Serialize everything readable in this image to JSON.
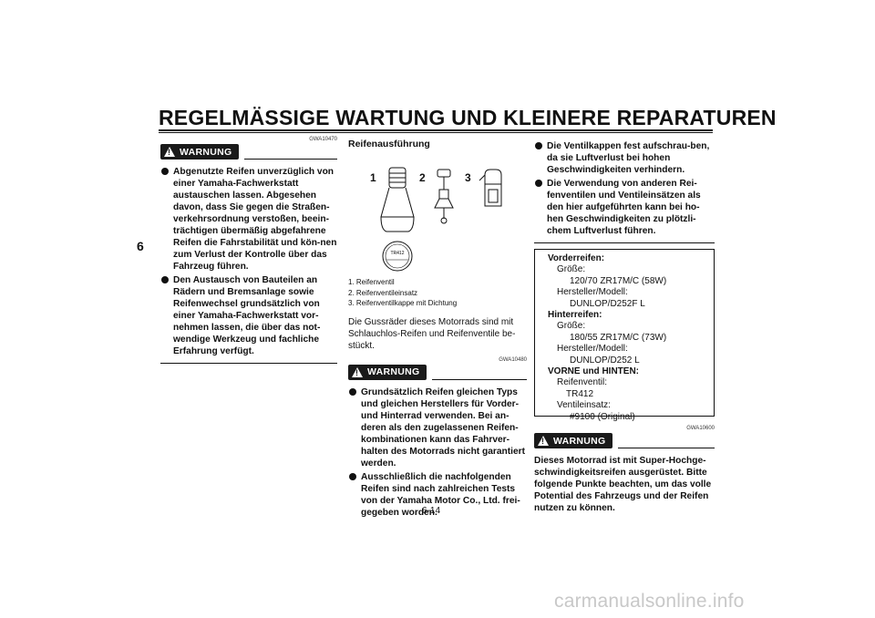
{
  "header": {
    "title": "REGELMÄSSIGE WARTUNG UND KLEINERE REPARATUREN"
  },
  "chapter_tab": "6",
  "warning_label": "WARNUNG",
  "column1": {
    "code": "GWA10470",
    "bullets": [
      "Abgenutzte Reifen unverzüglich von einer Yamaha-Fachwerkstatt austauschen lassen. Abgesehen davon, dass Sie gegen die Straßen-verkehrsordnung verstoßen, beein-trächtigen übermäßig abgefahrene Reifen die Fahrstabilität und kön-nen zum Verlust der Kontrolle über das Fahrzeug führen.",
      "Den Austausch von Bauteilen an Rädern und Bremsanlage sowie Reifenwechsel grundsätzlich von einer Yamaha-Fachwerkstatt vor-nehmen lassen, die über das not-wendige Werkzeug und fachliche Erfahrung verfügt."
    ]
  },
  "column2": {
    "heading": "Reifenausführung",
    "figure_numbers": [
      "1",
      "2",
      "3"
    ],
    "valve_marking": "TR412",
    "captions": [
      "1. Reifenventil",
      "2. Reifenventileinsatz",
      "3. Reifenventilkappe mit Dichtung"
    ],
    "body": "Die Gussräder dieses Motorrads sind mit Schlauchlos-Reifen und Reifenventile be-stückt.",
    "code": "GWA10480",
    "bullets": [
      "Grundsätzlich Reifen gleichen Typs und gleichen Herstellers für Vorder- und Hinterrad verwenden. Bei an-deren als den zugelassenen Reifen-kombinationen kann das Fahrver-halten des Motorrads nicht garantiert werden.",
      "Ausschließlich die nachfolgenden Reifen sind nach zahlreichen Tests von der Yamaha Motor Co., Ltd. frei-gegeben worden."
    ]
  },
  "column3": {
    "bullets": [
      "Die Ventilkappen fest aufschrau-ben, da sie Luftverlust bei hohen Geschwindigkeiten verhindern.",
      "Die Verwendung von anderen Rei-fenventilen und Ventileinsätzen als den hier aufgeführten kann bei ho-hen Geschwindigkeiten zu plötzli-chem Luftverlust führen."
    ],
    "spec": {
      "front_label": "Vorderreifen:",
      "size_label": "Größe:",
      "front_size": "120/70 ZR17M/C (58W)",
      "maker_label": "Hersteller/Modell:",
      "front_model": "DUNLOP/D252F L",
      "rear_label": "Hinterreifen:",
      "rear_size": "180/55 ZR17M/C (73W)",
      "rear_model": "DUNLOP/D252 L",
      "both_label": "VORNE und HINTEN:",
      "valve_label": "Reifenventil:",
      "valve_value": "TR412",
      "insert_label": "Ventileinsatz:",
      "insert_value": "#9100 (Original)"
    },
    "code": "GWA10600",
    "warning_text": "Dieses Motorrad ist mit Super-Hochge-schwindigkeitsreifen ausgerüstet. Bitte folgende Punkte beachten, um das volle Potential des Fahrzeugs und der Reifen nutzen zu können."
  },
  "page_number": "6-14",
  "watermark": "carmanualsonline.info"
}
